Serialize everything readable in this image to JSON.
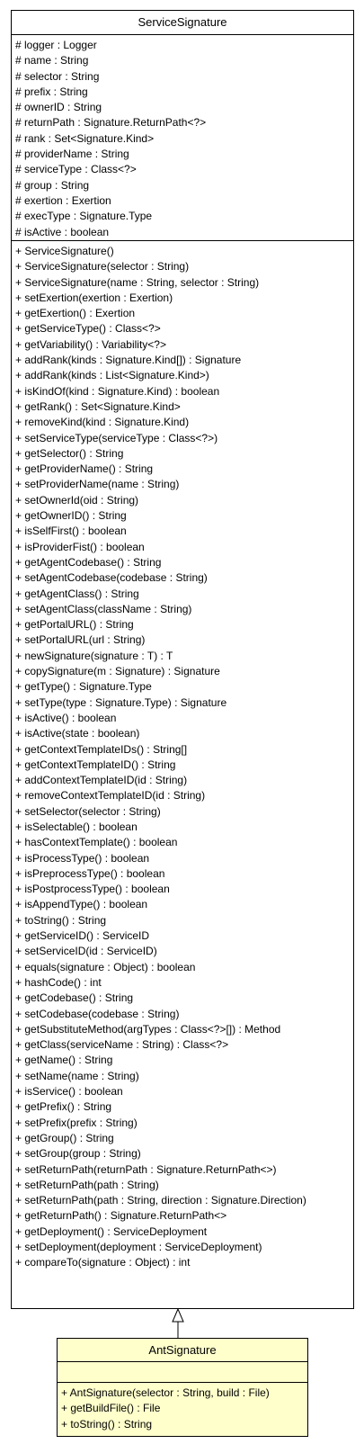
{
  "service_signature": {
    "name": "ServiceSignature",
    "attributes": [
      "# logger : Logger",
      "# name : String",
      "# selector : String",
      "# prefix : String",
      "# ownerID : String",
      "# returnPath : Signature.ReturnPath<?>",
      "# rank : Set<Signature.Kind>",
      "# providerName : String",
      "# serviceType : Class<?>",
      "# group : String",
      "# exertion : Exertion",
      "# execType : Signature.Type",
      "# isActive : boolean"
    ],
    "operations": [
      "+ ServiceSignature()",
      "+ ServiceSignature(selector : String)",
      "+ ServiceSignature(name : String, selector : String)",
      "+ setExertion(exertion : Exertion)",
      "+ getExertion() : Exertion",
      "+ getServiceType() : Class<?>",
      "+ getVariability() : Variability<?>",
      "+ addRank(kinds : Signature.Kind[]) : Signature",
      "+ addRank(kinds : List<Signature.Kind>)",
      "+ isKindOf(kind : Signature.Kind) : boolean",
      "+ getRank() : Set<Signature.Kind>",
      "+ removeKind(kind : Signature.Kind)",
      "+ setServiceType(serviceType : Class<?>)",
      "+ getSelector() : String",
      "+ getProviderName() : String",
      "+ setProviderName(name : String)",
      "+ setOwnerId(oid : String)",
      "+ getOwnerID() : String",
      "+ isSelfFirst() : boolean",
      "+ isProviderFist() : boolean",
      "+ getAgentCodebase() : String",
      "+ setAgentCodebase(codebase : String)",
      "+ getAgentClass() : String",
      "+ setAgentClass(className : String)",
      "+ getPortalURL() : String",
      "+ setPortalURL(url : String)",
      "+ newSignature(signature : T) : T",
      "+ copySignature(m : Signature) : Signature",
      "+ getType() : Signature.Type",
      "+ setType(type : Signature.Type) : Signature",
      "+ isActive() : boolean",
      "+ isActive(state : boolean)",
      "+ getContextTemplateIDs() : String[]",
      "+ getContextTemplateID() : String",
      "+ addContextTemplateID(id : String)",
      "+ removeContextTemplateID(id : String)",
      "+ setSelector(selector : String)",
      "+ isSelectable() : boolean",
      "+ hasContextTemplate() : boolean",
      "+ isProcessType() : boolean",
      "+ isPreprocessType() : boolean",
      "+ isPostprocessType() : boolean",
      "+ isAppendType() : boolean",
      "+ toString() : String",
      "+ getServiceID() : ServiceID",
      "+ setServiceID(id : ServiceID)",
      "+ equals(signature : Object) : boolean",
      "+ hashCode() : int",
      "+ getCodebase() : String",
      "+ setCodebase(codebase : String)",
      "+ getSubstituteMethod(argTypes : Class<?>[]) : Method",
      "+ getClass(serviceName : String) : Class<?>",
      "+ getName() : String",
      "+ setName(name : String)",
      "+ isService() : boolean",
      "+ getPrefix() : String",
      "+ setPrefix(prefix : String)",
      "+ getGroup() : String",
      "+ setGroup(group : String)",
      "+ setReturnPath(returnPath : Signature.ReturnPath<>)",
      "+ setReturnPath(path : String)",
      "+ setReturnPath(path : String, direction : Signature.Direction)",
      "+ getReturnPath() : Signature.ReturnPath<>",
      "+ getDeployment() : ServiceDeployment",
      "+ setDeployment(deployment : ServiceDeployment)",
      "+ compareTo(signature : Object) : int"
    ]
  },
  "ant_signature": {
    "name": "AntSignature",
    "attributes": [],
    "operations": [
      "+ AntSignature(selector : String, build : File)",
      "+ getBuildFile() : File",
      "+ toString() : String"
    ],
    "fill_color": "#ffffcc"
  },
  "relationship": {
    "type": "generalization"
  }
}
